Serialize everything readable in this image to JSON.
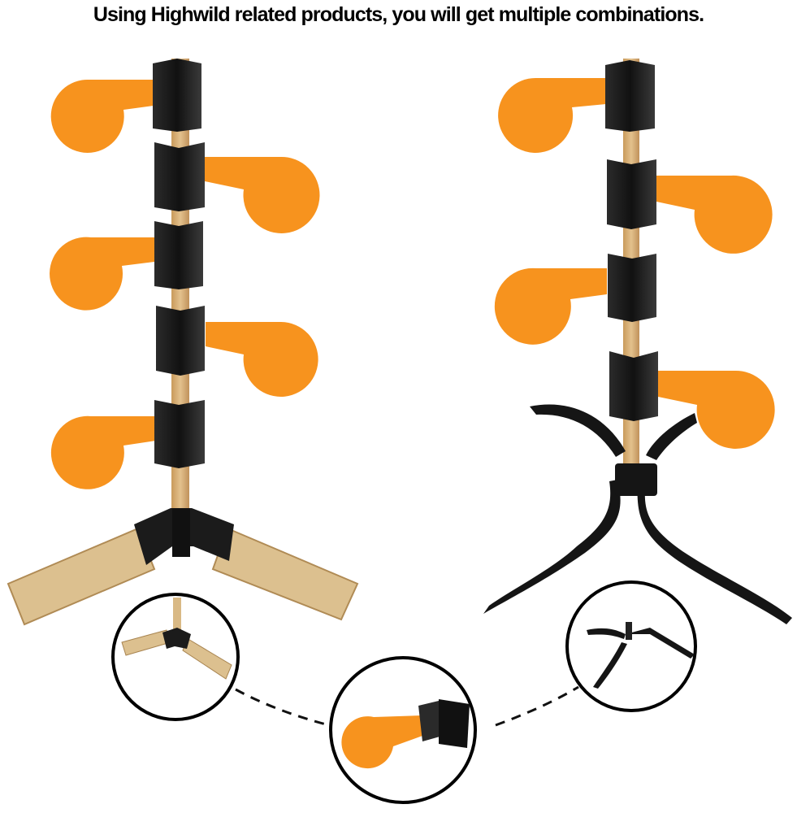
{
  "headline": "Using Highwild related products, you will get multiple combinations.",
  "colors": {
    "target_orange": "#f7931e",
    "hanger_black": "#1e1e1e",
    "wood": "#d6b27c",
    "steel_black": "#151515"
  },
  "left_tree": {
    "paddle_count": 5,
    "base": "wooden-2x4-legs"
  },
  "right_tree": {
    "paddle_count": 4,
    "base": "steel-curved-legs"
  },
  "insets": [
    "wood-base-detail",
    "paddle-mount-detail",
    "steel-base-detail"
  ]
}
